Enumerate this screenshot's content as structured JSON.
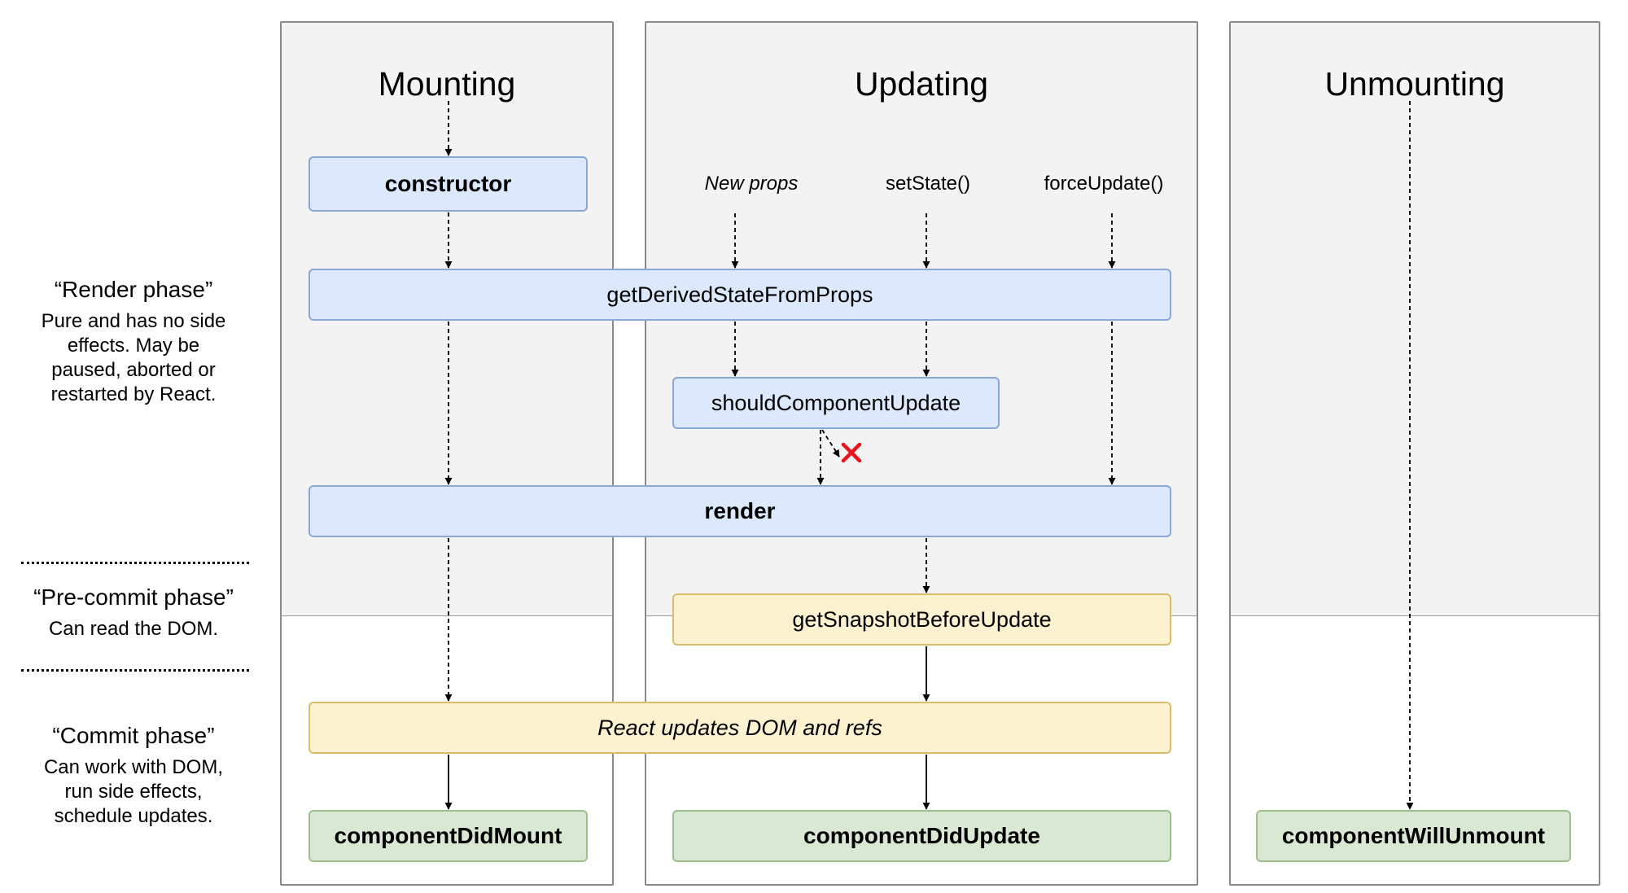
{
  "columns": {
    "mounting": {
      "title": "Mounting"
    },
    "updating": {
      "title": "Updating"
    },
    "unmounting": {
      "title": "Unmounting"
    }
  },
  "triggers": {
    "new_props": "New props",
    "set_state": "setState()",
    "force_update": "forceUpdate()"
  },
  "nodes": {
    "constructor": "constructor",
    "get_derived_state_from_props": "getDerivedStateFromProps",
    "should_component_update": "shouldComponentUpdate",
    "render": "render",
    "get_snapshot_before_update": "getSnapshotBeforeUpdate",
    "react_updates_dom": "React updates DOM and refs",
    "component_did_mount": "componentDidMount",
    "component_did_update": "componentDidUpdate",
    "component_will_unmount": "componentWillUnmount"
  },
  "phases": {
    "render": {
      "title": "“Render phase”",
      "lines": [
        "Pure and has no side",
        "effects. May be",
        "paused, aborted or",
        "restarted by React."
      ]
    },
    "pre_commit": {
      "title": "“Pre-commit phase”",
      "lines": [
        "Can read the DOM."
      ]
    },
    "commit": {
      "title": "“Commit phase”",
      "lines": [
        "Can work with DOM,",
        "run side effects,",
        "schedule updates."
      ]
    }
  },
  "colors": {
    "render_phase_node": "#dce8fb",
    "pre_commit_node": "#fdf2d0",
    "commit_node": "#d9e8d2",
    "cancel_mark": "#e8141e"
  }
}
